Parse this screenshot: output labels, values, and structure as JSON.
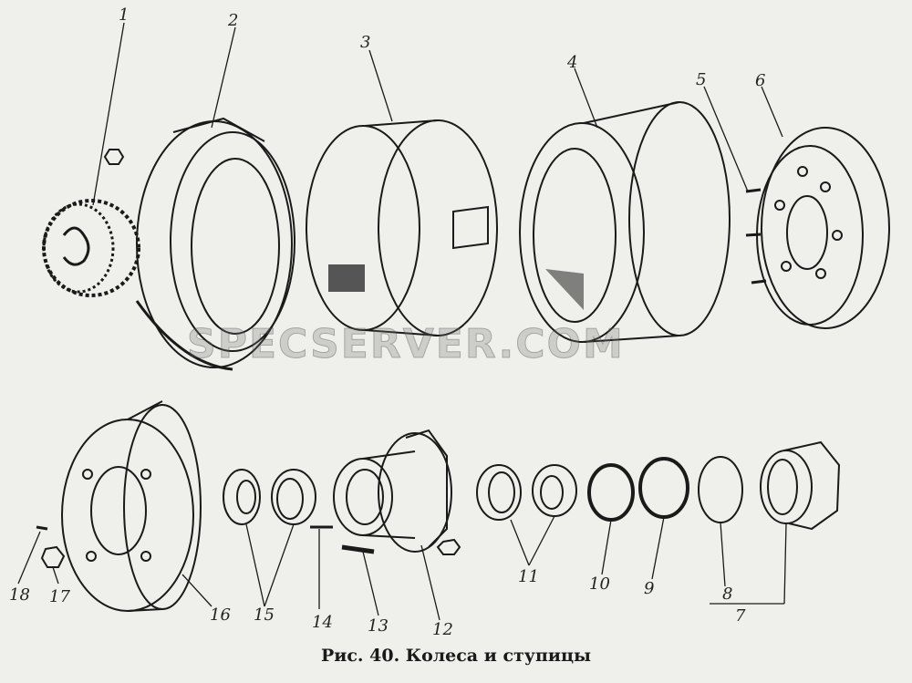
{
  "caption": "Рис. 40. Колеса и ступицы",
  "watermark": "SPECSERVER.COM",
  "callouts": [
    "1",
    "2",
    "3",
    "4",
    "5",
    "6",
    "7",
    "8",
    "9",
    "10",
    "11",
    "12",
    "13",
    "14",
    "15",
    "16",
    "17",
    "18"
  ],
  "colors": {
    "ink": "#1a1a1a",
    "paper": "#efefeb",
    "shade": "#555555"
  }
}
